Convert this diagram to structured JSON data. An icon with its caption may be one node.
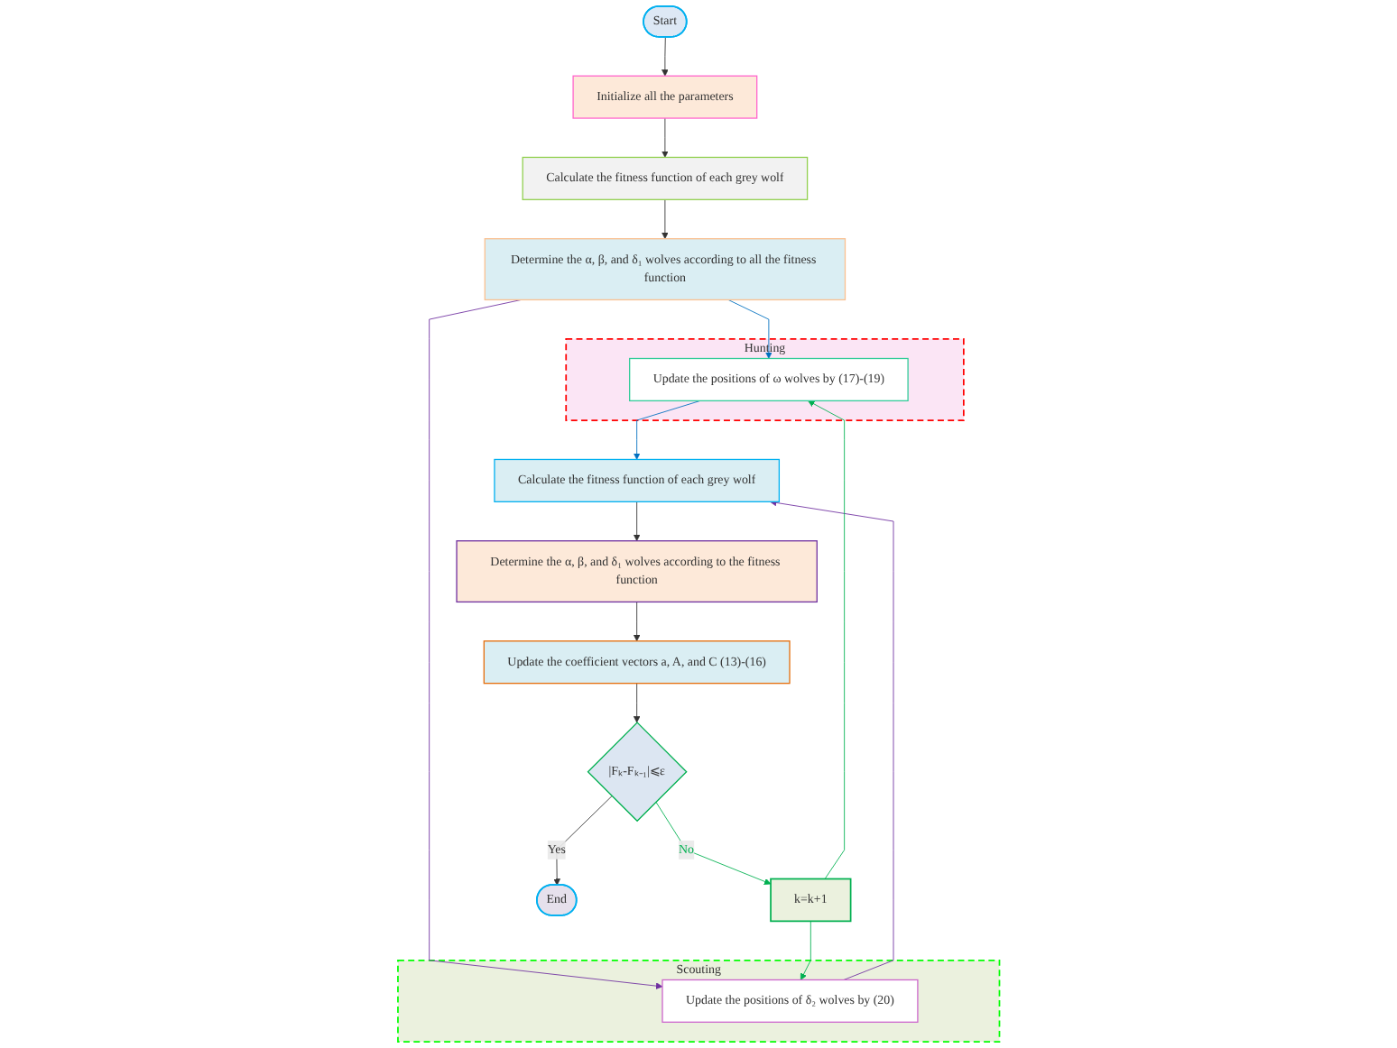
{
  "diagram": {
    "nodes": [
      {
        "text": [
          "Start"
        ]
      },
      {
        "text": [
          "Initialize all the parameters"
        ]
      },
      {
        "text": [
          "Calculate the fitness function of each grey wolf"
        ]
      },
      {
        "text": [
          "Determine the α, β, and δ₁ wolves according to all the fitness function"
        ]
      },
      {
        "text": [
          "Hunting"
        ]
      },
      {
        "text": [
          "Update the positions of ω wolves by (17)-(19)"
        ],
        "in": 4
      },
      {
        "text": [
          "Scouting"
        ]
      },
      {
        "text": [
          "Update the positions of δ₂ wolves by (20)"
        ],
        "in": 6
      },
      {
        "text": [
          "Calculate the fitness function of each grey wolf"
        ]
      },
      {
        "text": [
          "Determine the α, β, and δ₁ wolves according to the fitness function"
        ]
      },
      {
        "text": [
          "Update the coefficient vectors a, A, and C (13)-(16)"
        ]
      },
      {
        "text": [
          "|Fₖ-Fₖ₋₁|⩽ε"
        ]
      },
      {
        "text": [
          "k=k+1"
        ]
      },
      {
        "text": [
          "End"
        ]
      }
    ],
    "edges": [
      {
        "from": 0,
        "to": 1,
        "arrow": "to"
      },
      {
        "from": 1,
        "to": 2,
        "arrow": "to"
      },
      {
        "from": 2,
        "to": 3,
        "arrow": "to"
      },
      {
        "from": 3,
        "to": 5,
        "arrow": "to",
        "color": "#0070c0"
      },
      {
        "from": 3,
        "to": 7,
        "arrow": "to",
        "color": "#7030a0"
      },
      {
        "from": 5,
        "to": 8,
        "arrow": "to",
        "color": "#0070c0"
      },
      {
        "from": 7,
        "to": 8,
        "arrow": "to",
        "color": "#7030a0"
      },
      {
        "from": 8,
        "to": 9,
        "arrow": "to"
      },
      {
        "from": 9,
        "to": 10,
        "arrow": "to"
      },
      {
        "from": 10,
        "to": 11,
        "arrow": "to"
      },
      {
        "from": 11,
        "to": 12,
        "label": "No",
        "arrow": "to",
        "color": "#00b050"
      },
      {
        "from": 11,
        "to": 13,
        "label": "Yes",
        "arrow": "to"
      },
      {
        "from": 12,
        "to": 5,
        "arrow": "to",
        "color": "#00b050"
      },
      {
        "from": 12,
        "to": 7,
        "arrow": "to",
        "color": "#00b050"
      }
    ]
  }
}
